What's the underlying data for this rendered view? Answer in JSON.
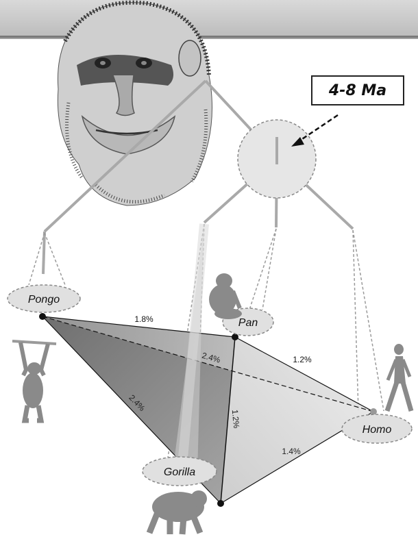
{
  "divergence_time": "4-8 Ma",
  "taxa": {
    "pongo": "Pongo",
    "pan": "Pan",
    "homo": "Homo",
    "gorilla": "Gorilla"
  },
  "distances": {
    "pongo_pan": "1.8%",
    "pongo_homo": "2.4%",
    "pongo_gorilla": "2.4%",
    "pan_homo": "1.2%",
    "pan_gorilla": "1.2%",
    "gorilla_homo": "1.4%"
  },
  "colors": {
    "branch": "#a9a9a9",
    "node_fill": "#e6e6e6",
    "label_fill": "#e0e0e0",
    "face_dark": "#8c8c8c",
    "face_mid": "#b5b5b5",
    "face_light": "#d3d3d3",
    "figure": "#8a8a8a"
  },
  "icons": [
    "chimpanzee-portrait-icon",
    "orangutan-icon",
    "chimpanzee-sitting-icon",
    "human-walking-icon",
    "gorilla-icon"
  ]
}
